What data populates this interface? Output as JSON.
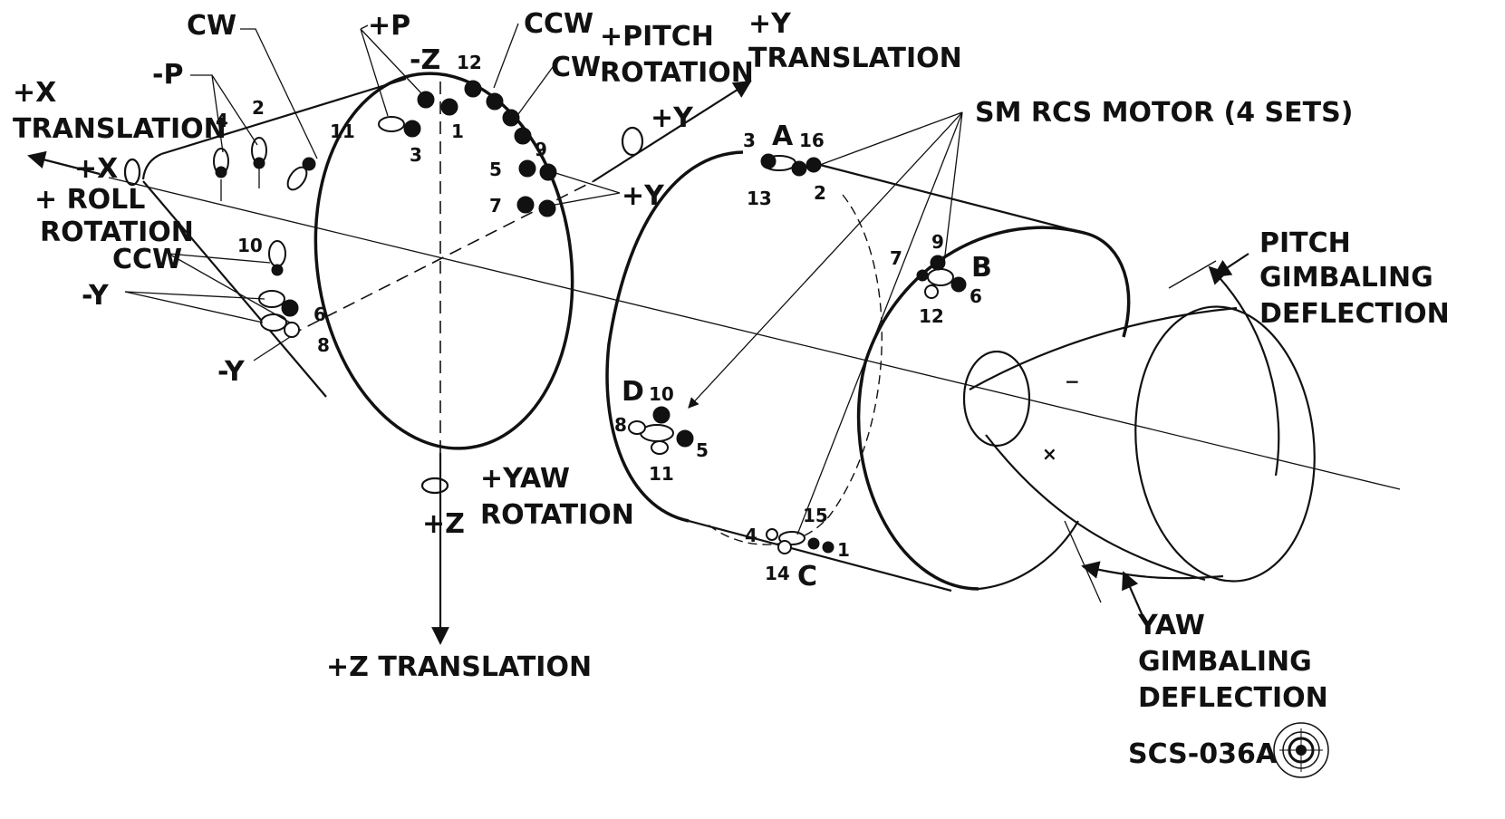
{
  "diagram": {
    "colors": {
      "ink": "#111111",
      "background": "#ffffff"
    },
    "labels": {
      "x_translation": [
        "+X",
        "TRANSLATION"
      ],
      "plus_x": "+X",
      "roll_rotation": [
        "+ ROLL",
        "ROTATION"
      ],
      "cw_top": "CW",
      "minus_p": "-P",
      "plus_p": "+P",
      "minus_z": "-Z",
      "ccw_top": "CCW",
      "cw_mid": "CW",
      "pitch_rotation": [
        "+PITCH",
        "ROTATION"
      ],
      "y_translation": [
        "+Y",
        "TRANSLATION"
      ],
      "plus_y_axis": "+Y",
      "plus_y_right": "+Y",
      "ccw_left": "CCW",
      "minus_y_left": "-Y",
      "minus_y_bottom": "-Y",
      "yaw_rotation": [
        "+YAW",
        "ROTATION"
      ],
      "plus_z": "+Z",
      "z_translation": "+Z TRANSLATION",
      "sm_rcs": "SM RCS MOTOR (4 SETS)",
      "pitch_gimbal": [
        "PITCH",
        "GIMBALING",
        "DEFLECTION"
      ],
      "yaw_gimbal": [
        "YAW",
        "GIMBALING",
        "DEFLECTION"
      ],
      "doc_id": "SCS-036A",
      "quad_a": "A",
      "quad_b": "B",
      "quad_c": "C",
      "quad_d": "D"
    },
    "thruster_numbers": {
      "n1": "1",
      "n2": "2",
      "n3": "3",
      "n4": "4",
      "n5": "5",
      "n6": "6",
      "n7": "7",
      "n8": "8",
      "n9": "9",
      "n10": "10",
      "n11": "11",
      "n12": "12"
    },
    "quad_numbers": {
      "a3": "3",
      "a16": "16",
      "a13": "13",
      "a2": "2",
      "b9": "9",
      "b7": "7",
      "b6": "6",
      "b12": "12",
      "c15": "15",
      "c4": "4",
      "c14": "14",
      "c1": "1",
      "d10": "10",
      "d8": "8",
      "d5": "5",
      "d11": "11"
    },
    "engine_marks": {
      "minus": "−",
      "cross": "×"
    }
  }
}
